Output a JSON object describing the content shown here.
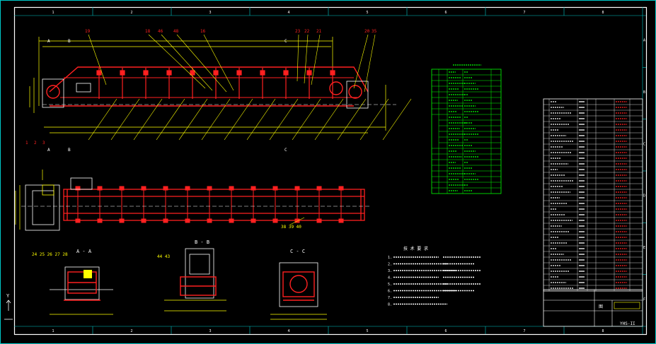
{
  "colors": {
    "background": "#000000",
    "frame": "#ffffff",
    "border_inner": "#00c8c8",
    "machine": "#ff2020",
    "dimension": "#ffff00",
    "table": "#00ff00",
    "text_white": "#ffffff"
  },
  "frame": {
    "top_zones": [
      "1",
      "2",
      "3",
      "4",
      "5",
      "6",
      "7",
      "8"
    ],
    "bottom_zones": [
      "1",
      "2",
      "3",
      "4",
      "5",
      "6",
      "7",
      "8"
    ],
    "side_zones": [
      "A",
      "B",
      "C",
      "D",
      "E",
      "F"
    ]
  },
  "views": {
    "section_marks": [
      "A",
      "B",
      "C"
    ],
    "aa_title": "A - A",
    "bb_title": "B - B",
    "cc_title": "C - C",
    "aa_labels": "24 25 26 27 28",
    "bb_labels": "44 43",
    "callout_bottom": "38 39 40"
  },
  "balloons_top": [
    "19",
    "18",
    "46",
    "48",
    "16",
    "23",
    "22",
    "21",
    "20",
    "35"
  ],
  "balloons_side": [
    "1",
    "2",
    "3"
  ],
  "notes": {
    "title": "技 术 要 求",
    "lines": [
      "1.",
      "2.",
      "3.",
      "4.",
      "5.",
      "6.",
      "7.",
      "8."
    ]
  },
  "parts_list": {
    "title_block_code": "YHS-II",
    "title_block_text": "图"
  },
  "axis_icon": {
    "y": "Y"
  }
}
